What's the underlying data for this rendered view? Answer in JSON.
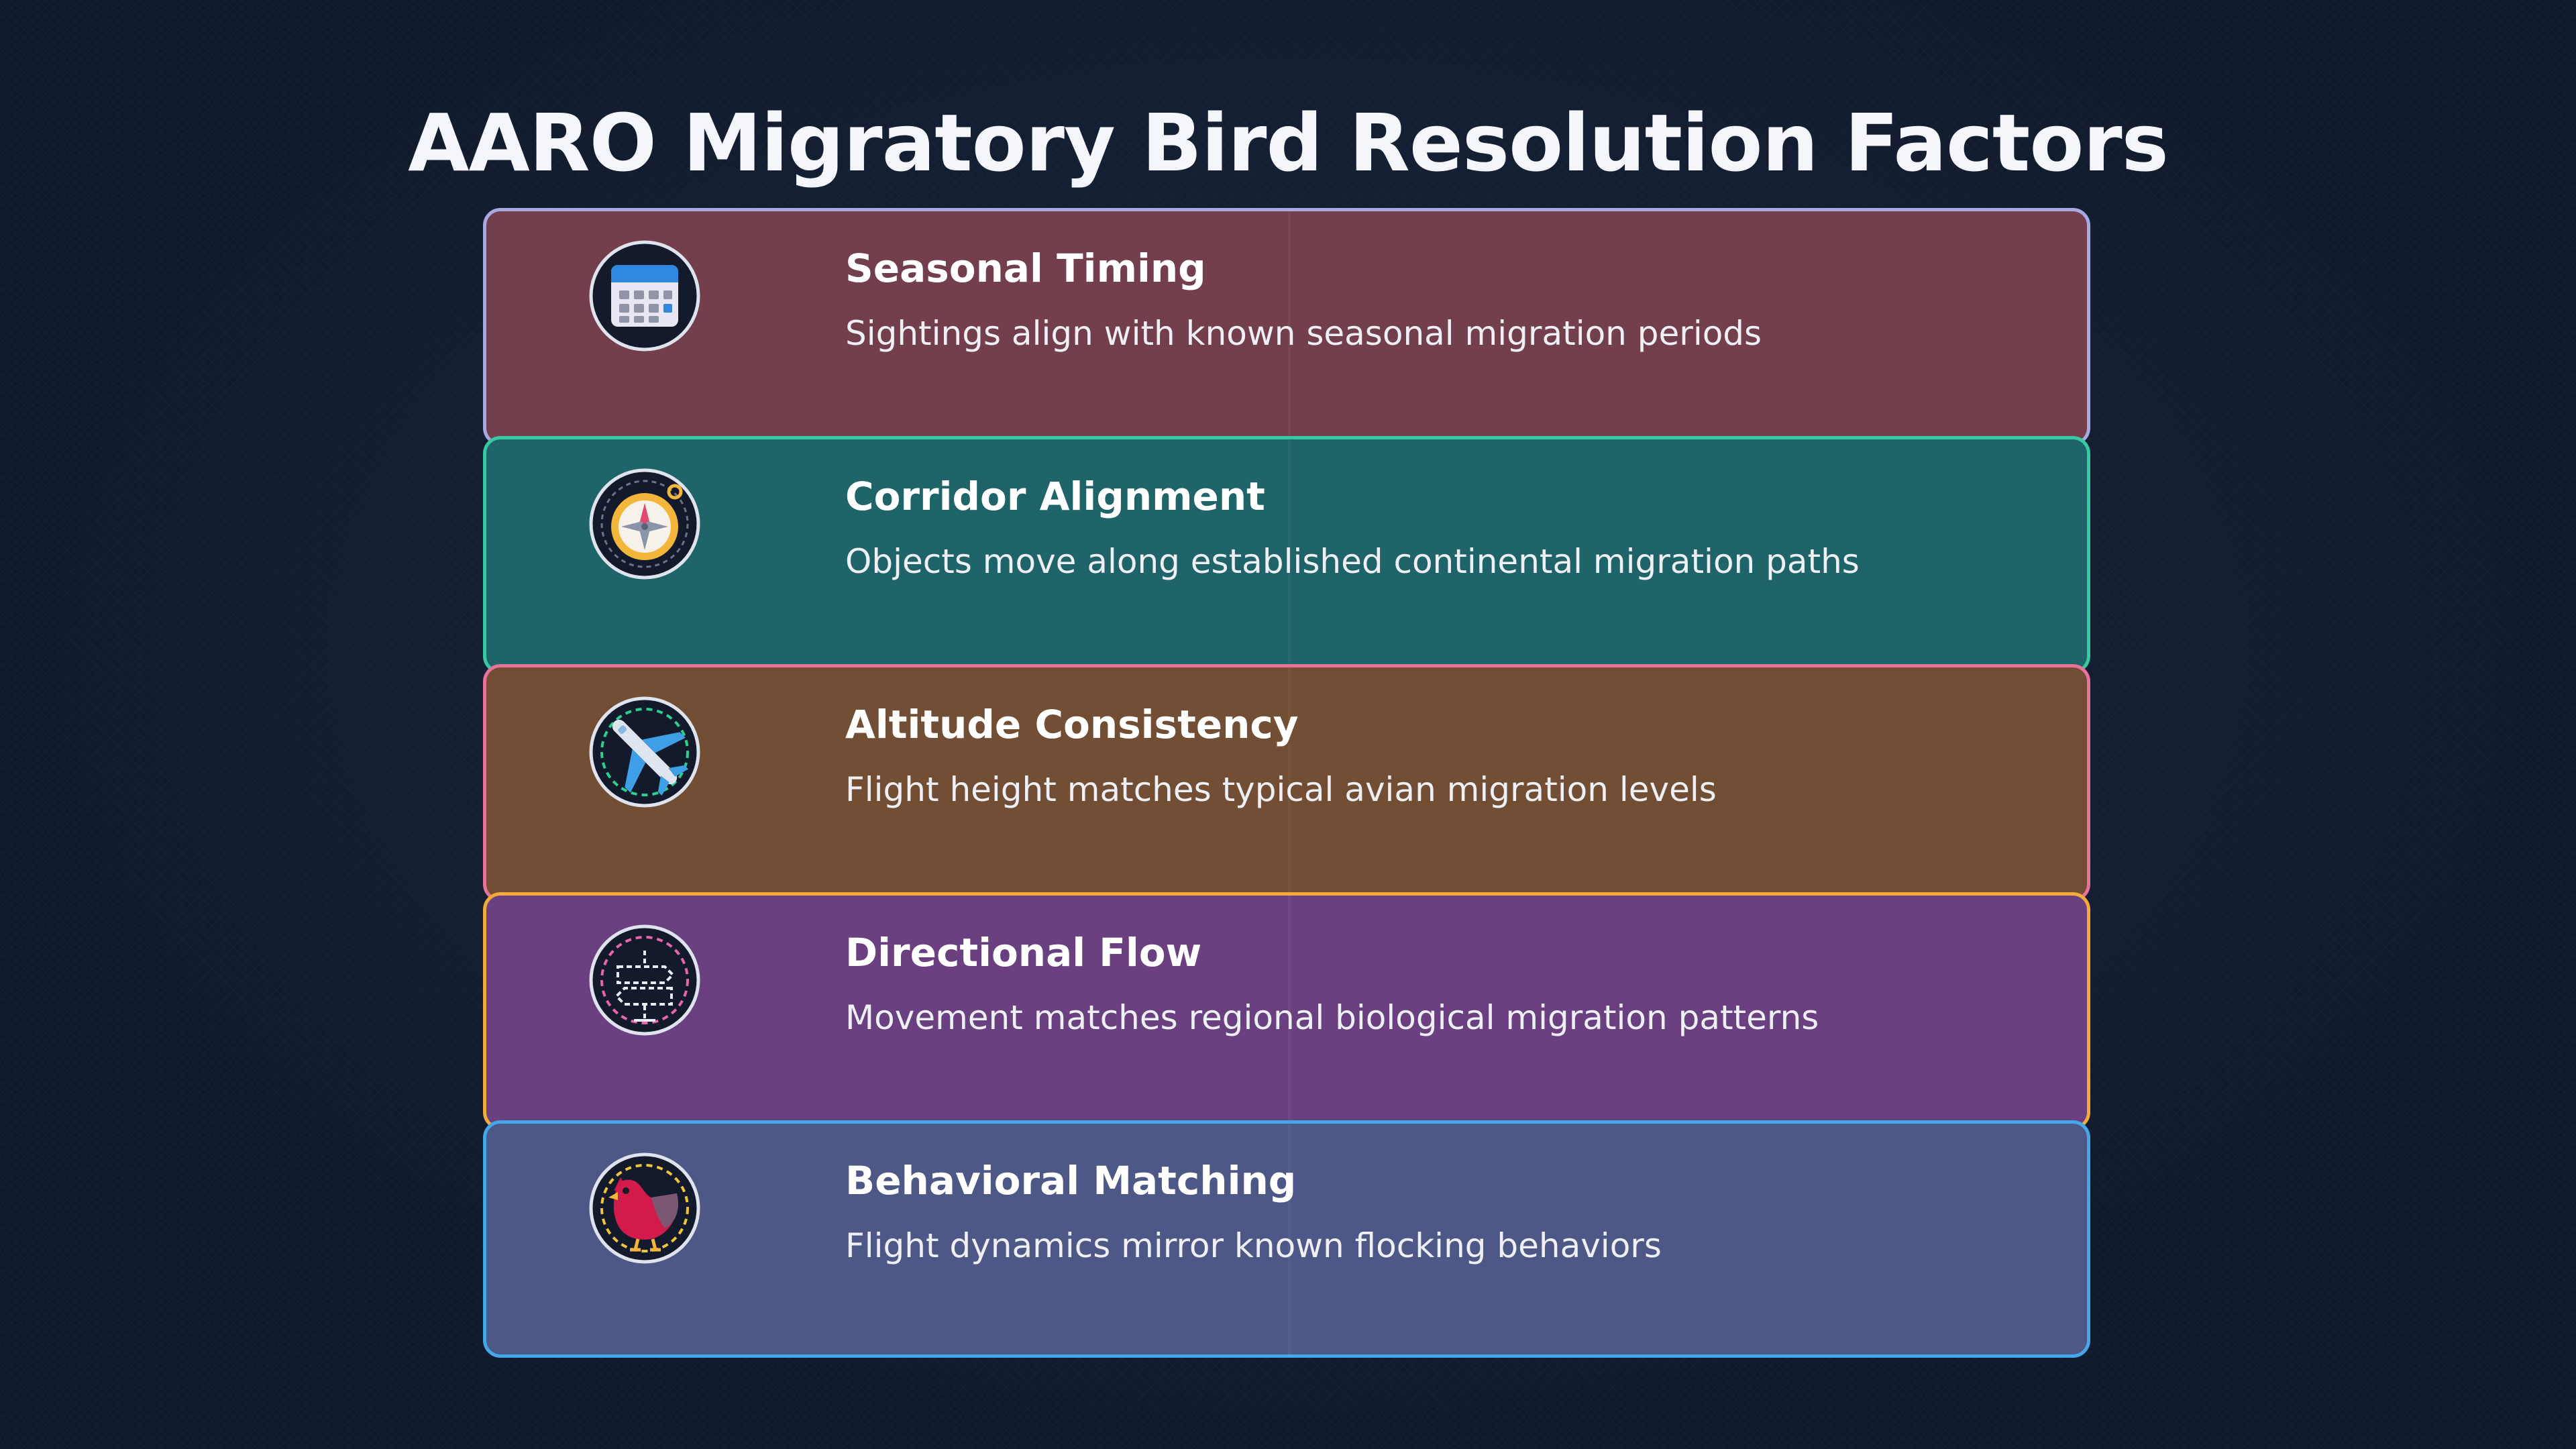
{
  "title": "AARO Migratory Bird Resolution Factors",
  "factors": [
    {
      "title": "Seasonal Timing",
      "description": "Sightings align with known seasonal migration periods",
      "icon": "calendar-icon",
      "fill_color": "#743f4c",
      "border_color": "#a6a9e2"
    },
    {
      "title": "Corridor Alignment",
      "description": "Objects move along established continental migration paths",
      "icon": "compass-icon",
      "fill_color": "#1f6468",
      "border_color": "#36c9a2"
    },
    {
      "title": "Altitude Consistency",
      "description": "Flight height matches typical avian migration levels",
      "icon": "airplane-icon",
      "fill_color": "#724e35",
      "border_color": "#e7729a"
    },
    {
      "title": "Directional Flow",
      "description": "Movement matches regional biological migration patterns",
      "icon": "signpost-icon",
      "fill_color": "#6a4080",
      "border_color": "#f2aa3a"
    },
    {
      "title": "Behavioral Matching",
      "description": "Flight dynamics mirror known flocking behaviors",
      "icon": "bird-icon",
      "fill_color": "#4e5886",
      "border_color": "#46a6ea"
    }
  ]
}
